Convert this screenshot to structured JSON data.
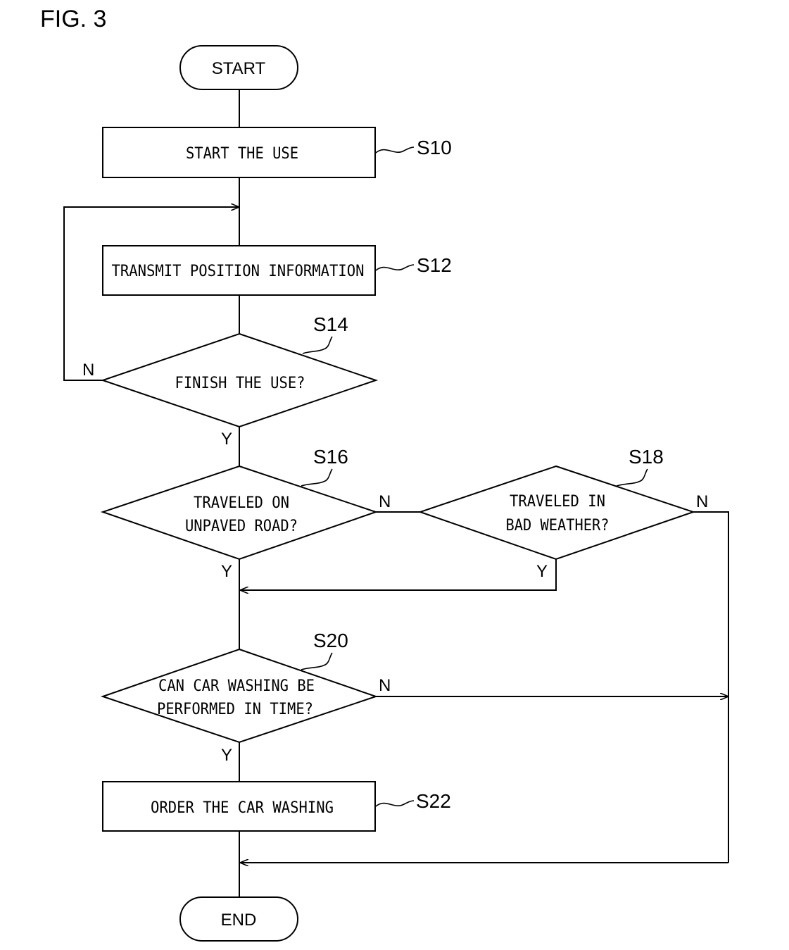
{
  "figure_label": "FIG. 3",
  "terminals": {
    "start": "START",
    "end": "END"
  },
  "steps": {
    "s10": {
      "ref": "S10",
      "text": "START THE USE"
    },
    "s12": {
      "ref": "S12",
      "text": "TRANSMIT POSITION INFORMATION"
    },
    "s14": {
      "ref": "S14",
      "lines": [
        "FINISH THE USE?"
      ]
    },
    "s16": {
      "ref": "S16",
      "lines": [
        "TRAVELED ON",
        "UNPAVED ROAD?"
      ]
    },
    "s18": {
      "ref": "S18",
      "lines": [
        "TRAVELED IN",
        "BAD WEATHER?"
      ]
    },
    "s20": {
      "ref": "S20",
      "lines": [
        "CAN CAR WASHING BE",
        "PERFORMED IN TIME?"
      ]
    },
    "s22": {
      "ref": "S22",
      "text": "ORDER THE CAR WASHING"
    }
  },
  "branch_labels": {
    "s14_no": "N",
    "s14_yes": "Y",
    "s16_no": "N",
    "s16_yes": "Y",
    "s18_no": "N",
    "s18_yes": "Y",
    "s20_no": "N",
    "s20_yes": "Y"
  }
}
